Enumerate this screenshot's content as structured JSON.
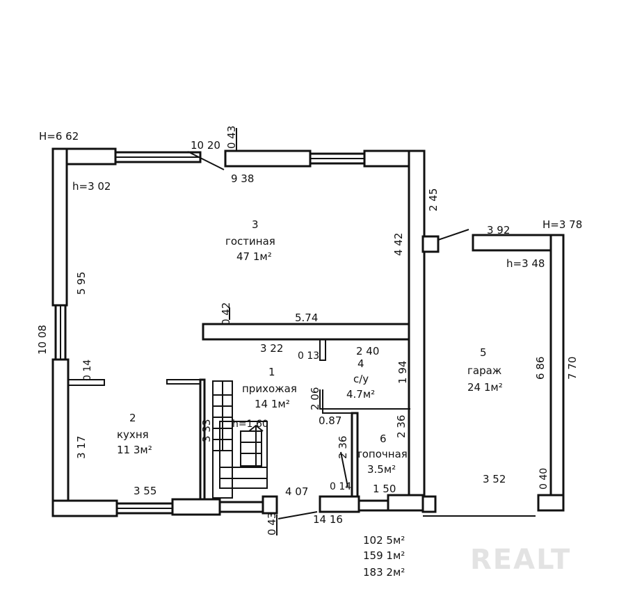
{
  "building": {
    "height_label": "H=6 62",
    "room_height_label": "h=3 02",
    "total_length_left": "10 08",
    "top_length_outer": "10 20",
    "top_length_inner": "9 38",
    "wall_offset_top": "0 43",
    "wall_offset_bottom": "0 43",
    "bottom_length_outer": "14 16",
    "bottom_length_inner": "4 07"
  },
  "rooms": {
    "living": {
      "number": "3",
      "name": "гостиная",
      "area": "47 1м²"
    },
    "hall": {
      "number": "1",
      "name": "прихожая",
      "area": "14 1м²"
    },
    "kitchen": {
      "number": "2",
      "name": "кухня",
      "area": "11 3м²"
    },
    "bath": {
      "number": "4",
      "name": "с/у",
      "area": "4.7м²"
    },
    "utility": {
      "number": "6",
      "name": "топочная",
      "area": "3.5м²"
    },
    "garage": {
      "number": "5",
      "name": "гараж",
      "area": "24 1м²"
    }
  },
  "dimensions": {
    "living_left": "5 95",
    "living_right": "4 42",
    "right_upper": "2 45",
    "partition_len": "5.74",
    "partition_thk": "0 42",
    "hall_top": "3 22",
    "hall_stub": "0 13",
    "bath_top": "2 40",
    "bath_right": "1 94",
    "bath_left": "2 06",
    "bath_door": "0.87",
    "utility_right": "2 36",
    "utility_left": "2 36",
    "utility_bottom": "1 50",
    "utility_stub": "0 14",
    "kitchen_stub": "0 14",
    "kitchen_left": "3 17",
    "kitchen_bottom": "3 55",
    "stair_len": "3 33",
    "stair_height": "h=1 60",
    "garage_width_top": "3 92",
    "garage_width_bottom": "3 52",
    "garage_inner": "6 86",
    "garage_outer": "7 70",
    "garage_stub": "0 40",
    "garage_height": "H=3 78",
    "garage_room_height": "h=3 48"
  },
  "totals": [
    "102 5м²",
    "159 1м²",
    "183 2м²"
  ],
  "watermark": "REALT"
}
